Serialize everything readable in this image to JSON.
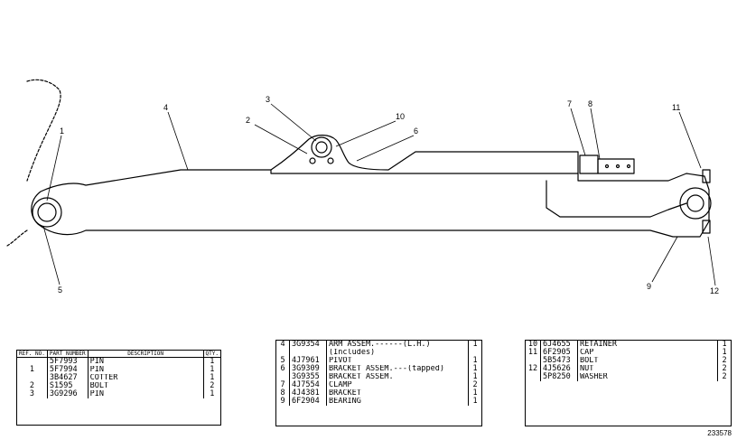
{
  "callouts": [
    "1",
    "2",
    "3",
    "4",
    "5",
    "6",
    "7",
    "8",
    "9",
    "10",
    "11",
    "12"
  ],
  "tables": [
    {
      "headers": {
        "ref": "REF. NO.",
        "part": "PART NUMBER",
        "desc": "DESCRIPTION",
        "qty": "QTY."
      },
      "rows": [
        {
          "ref": "",
          "part": "5F7993",
          "desc": "PIN",
          "qty": "1"
        },
        {
          "ref": "1",
          "part": "5F7994",
          "desc": "PIN",
          "qty": "1"
        },
        {
          "ref": "",
          "part": "3B4627",
          "desc": "COTTER",
          "qty": "1"
        },
        {
          "ref": "2",
          "part": "S1595",
          "desc": "BOLT",
          "qty": "2"
        },
        {
          "ref": "3",
          "part": "3G9296",
          "desc": "PIN",
          "qty": "1"
        }
      ]
    },
    {
      "headers": null,
      "rows": [
        {
          "ref": "4",
          "part": "3G9354",
          "desc": "ARM ASSEM.------(L.H.)",
          "qty": "1"
        },
        {
          "ref": "",
          "part": "",
          "desc": "(Includes)",
          "qty": ""
        },
        {
          "ref": "5",
          "part": "4J7961",
          "desc": "PIVOT",
          "qty": "1"
        },
        {
          "ref": "6",
          "part": "3G9309",
          "desc": "BRACKET ASSEM.---(tapped)",
          "qty": "1"
        },
        {
          "ref": "",
          "part": "3G9355",
          "desc": "BRACKET ASSEM.",
          "qty": "1"
        },
        {
          "ref": "7",
          "part": "4J7554",
          "desc": "CLAMP",
          "qty": "2"
        },
        {
          "ref": "8",
          "part": "4J4381",
          "desc": "BRACKET",
          "qty": "1"
        },
        {
          "ref": "9",
          "part": "6F2904",
          "desc": "BEARING",
          "qty": "1"
        }
      ]
    },
    {
      "headers": null,
      "rows": [
        {
          "ref": "10",
          "part": "6J4655",
          "desc": "RETAINER",
          "qty": "1"
        },
        {
          "ref": "11",
          "part": "6F2905",
          "desc": "CAP",
          "qty": "1"
        },
        {
          "ref": "",
          "part": "5B5473",
          "desc": "BOLT",
          "qty": "2"
        },
        {
          "ref": "12",
          "part": "4J5626",
          "desc": "NUT",
          "qty": "2"
        },
        {
          "ref": "",
          "part": "5P8250",
          "desc": "WASHER",
          "qty": "2"
        },
        {
          "ref": "",
          "part": "",
          "desc": "",
          "qty": ""
        },
        {
          "ref": "",
          "part": "",
          "desc": "",
          "qty": ""
        }
      ]
    }
  ],
  "drawing_number": "233578"
}
